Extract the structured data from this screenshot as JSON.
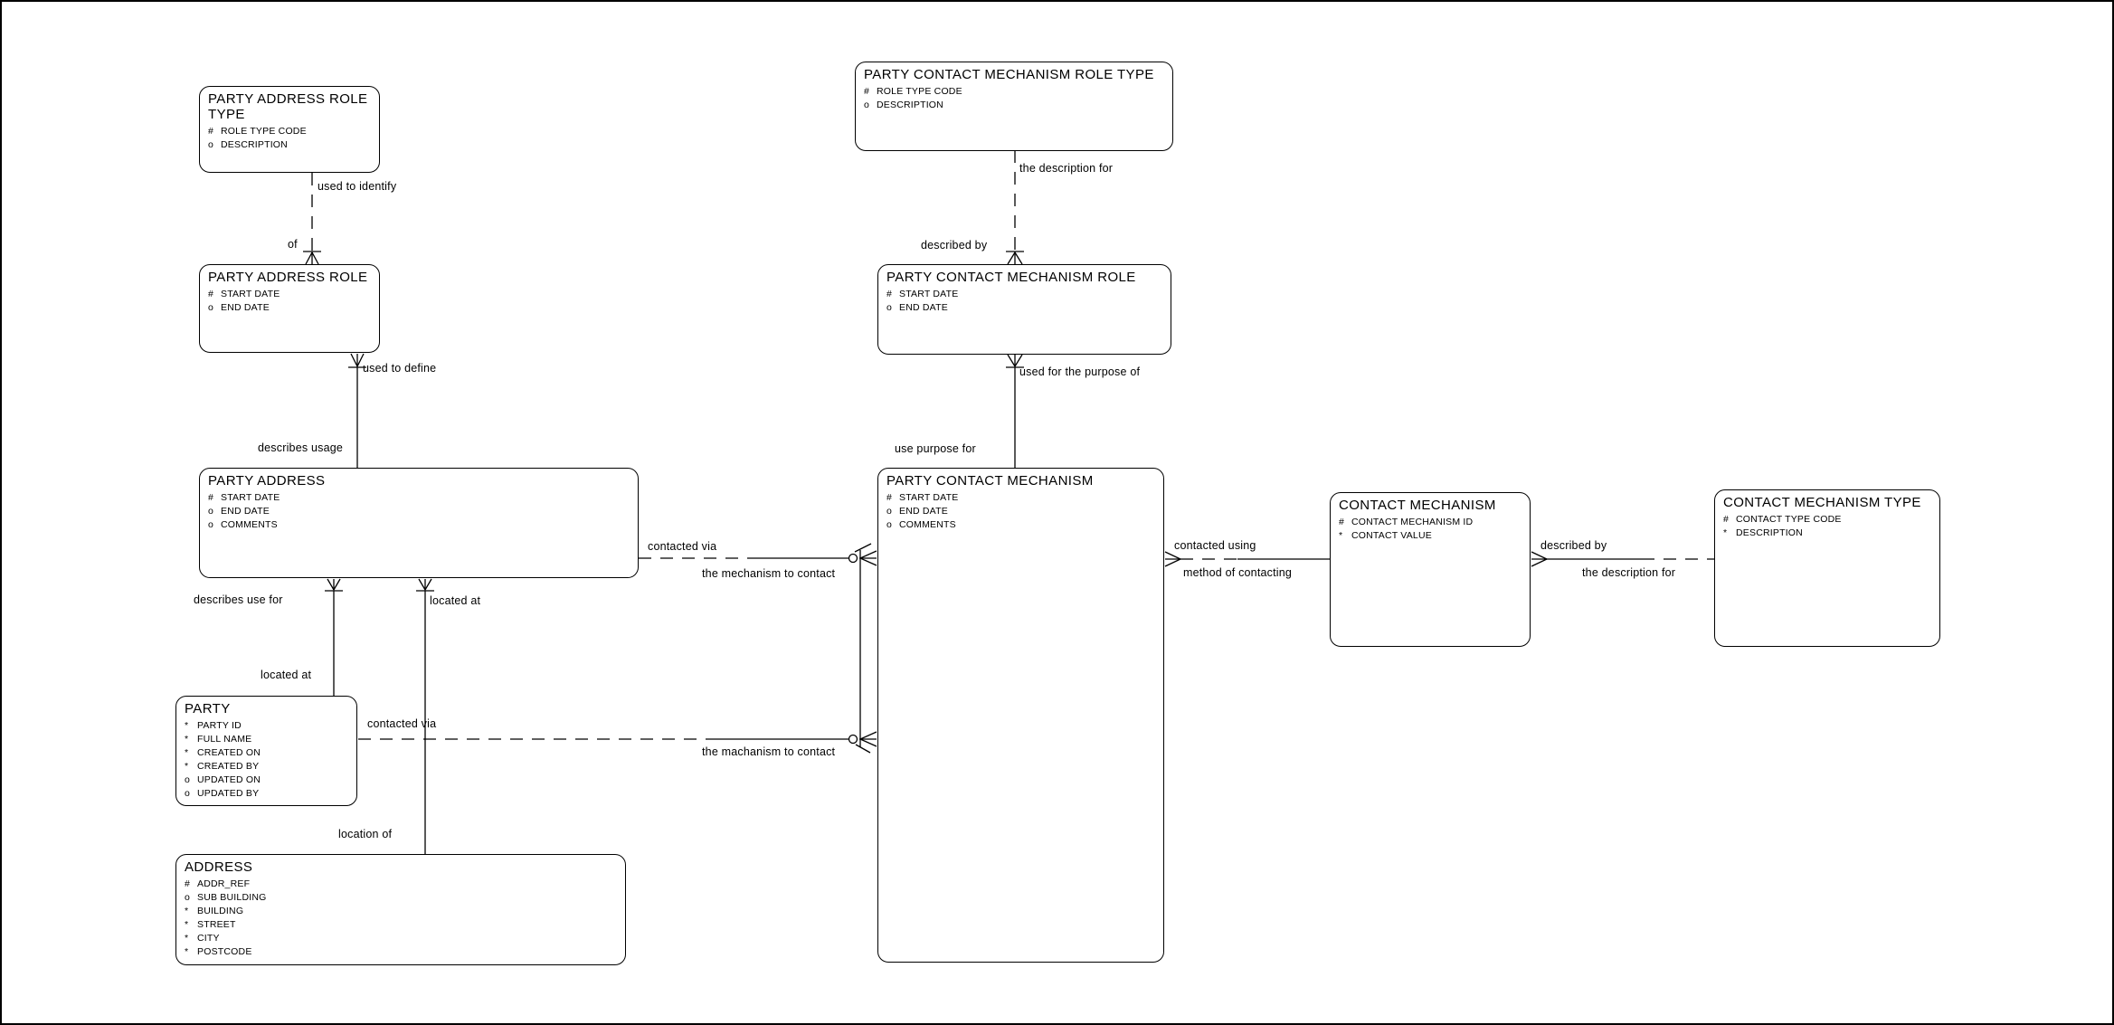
{
  "entities": {
    "party_address_role_type": {
      "title": "PARTY ADDRESS ROLE TYPE",
      "attrs": [
        {
          "p": "#",
          "n": "ROLE TYPE CODE"
        },
        {
          "p": "o",
          "n": "DESCRIPTION"
        }
      ]
    },
    "party_address_role": {
      "title": "PARTY ADDRESS ROLE",
      "attrs": [
        {
          "p": "#",
          "n": "START DATE"
        },
        {
          "p": "o",
          "n": "END DATE"
        }
      ]
    },
    "party_address": {
      "title": "PARTY ADDRESS",
      "attrs": [
        {
          "p": "#",
          "n": "START DATE"
        },
        {
          "p": "o",
          "n": "END DATE"
        },
        {
          "p": "o",
          "n": "COMMENTS"
        }
      ]
    },
    "party": {
      "title": "PARTY",
      "attrs": [
        {
          "p": "*",
          "n": "PARTY ID"
        },
        {
          "p": "*",
          "n": "FULL NAME"
        },
        {
          "p": "*",
          "n": "CREATED ON"
        },
        {
          "p": "*",
          "n": "CREATED BY"
        },
        {
          "p": "o",
          "n": "UPDATED ON"
        },
        {
          "p": "o",
          "n": "UPDATED BY"
        }
      ]
    },
    "address": {
      "title": "ADDRESS",
      "attrs": [
        {
          "p": "#",
          "n": "ADDR_REF"
        },
        {
          "p": "o",
          "n": "SUB BUILDING"
        },
        {
          "p": "*",
          "n": "BUILDING"
        },
        {
          "p": "*",
          "n": "STREET"
        },
        {
          "p": "*",
          "n": "CITY"
        },
        {
          "p": "*",
          "n": "POSTCODE"
        }
      ]
    },
    "party_contact_mechanism_role_type": {
      "title": "PARTY CONTACT MECHANISM ROLE TYPE",
      "attrs": [
        {
          "p": "#",
          "n": "ROLE TYPE CODE"
        },
        {
          "p": "o",
          "n": "DESCRIPTION"
        }
      ]
    },
    "party_contact_mechanism_role": {
      "title": "PARTY CONTACT MECHANISM ROLE",
      "attrs": [
        {
          "p": "#",
          "n": "START DATE"
        },
        {
          "p": "o",
          "n": "END DATE"
        }
      ]
    },
    "party_contact_mechanism": {
      "title": "PARTY CONTACT MECHANISM",
      "attrs": [
        {
          "p": "#",
          "n": "START DATE"
        },
        {
          "p": "o",
          "n": "END DATE"
        },
        {
          "p": "o",
          "n": "COMMENTS"
        }
      ]
    },
    "contact_mechanism": {
      "title": "CONTACT MECHANISM",
      "attrs": [
        {
          "p": "#",
          "n": "CONTACT MECHANISM ID"
        },
        {
          "p": "*",
          "n": "CONTACT VALUE"
        }
      ]
    },
    "contact_mechanism_type": {
      "title": "CONTACT MECHANISM TYPE",
      "attrs": [
        {
          "p": "#",
          "n": "CONTACT TYPE CODE"
        },
        {
          "p": "*",
          "n": "DESCRIPTION"
        }
      ]
    }
  },
  "labels": {
    "used_to_identify": "used to identify",
    "of": "of",
    "used_to_define": "used to define",
    "describes_usage": "describes usage",
    "the_description_for_top": "the description for",
    "described_by_top": "described by",
    "used_for_the_purpose_of": "used for the purpose of",
    "use_purpose_for": "use purpose for",
    "describes_use_for": "describes use for",
    "located_at_right": "located at",
    "located_at_left": "located at",
    "contacted_via_party": "contacted via",
    "location_of": "location of",
    "contacted_via_address": "contacted via",
    "the_mechanism_to_contact": "the mechanism to contact",
    "the_machanism_to_contact": "the machanism to contact",
    "contacted_using": "contacted using",
    "method_of_contacting": "method of contacting",
    "described_by_right": "described by",
    "the_description_for_right": "the description for"
  },
  "colors": {
    "line": "#000000",
    "background": "#ffffff"
  }
}
